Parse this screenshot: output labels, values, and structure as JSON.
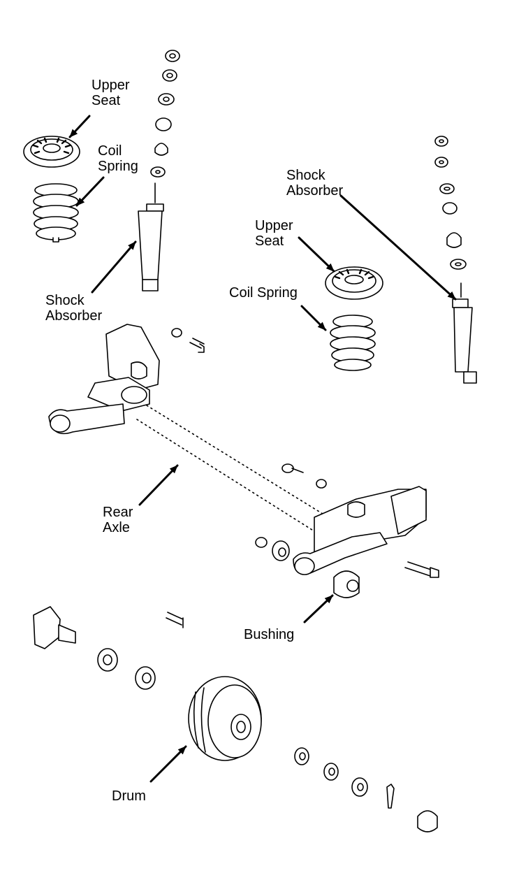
{
  "labels": {
    "left_upper_seat": "Upper\nSeat",
    "left_coil_spring": "Coil\nSpring",
    "left_shock_absorber": "Shock\nAbsorber",
    "right_shock_absorber": "Shock\nAbsorber",
    "right_upper_seat": "Upper\nSeat",
    "right_coil_spring": "Coil Spring",
    "rear_axle": "Rear\nAxle",
    "bushing": "Bushing",
    "drum": "Drum"
  },
  "colors": {
    "ink": "#000000",
    "paper": "#ffffff"
  }
}
